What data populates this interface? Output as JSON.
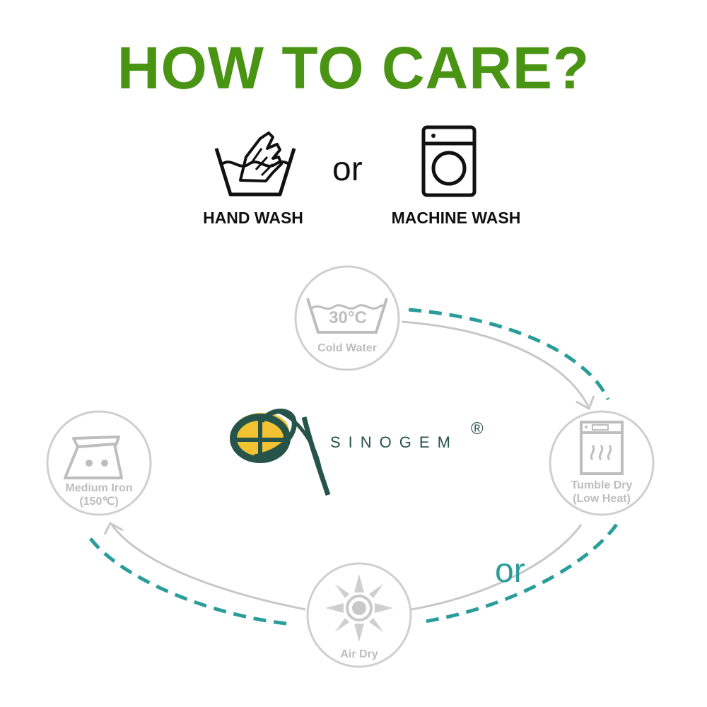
{
  "title": "HOW TO CARE?",
  "wash": {
    "hand_label": "HAND WASH",
    "or": "or",
    "machine_label": "MACHINE WASH"
  },
  "cycle": {
    "cold_water": {
      "temp": "30°C",
      "label": "Cold Water",
      "icon": "wash-tub-icon"
    },
    "tumble_dry": {
      "line1": "Tumble Dry",
      "line2": "(Low Heat)",
      "icon": "dryer-icon"
    },
    "air_dry": {
      "label": "Air Dry",
      "icon": "sun-icon"
    },
    "iron": {
      "line1": "Medium Iron",
      "line2": "(150℃)",
      "icon": "iron-icon"
    },
    "or": "or"
  },
  "brand": {
    "name": "SINOGEM",
    "mark": "®"
  },
  "colors": {
    "title": "#4a9414",
    "teal": "#2a9d9a",
    "gray": "#c8c8c8",
    "brand": "#27544a",
    "yellow": "#f2c232"
  }
}
